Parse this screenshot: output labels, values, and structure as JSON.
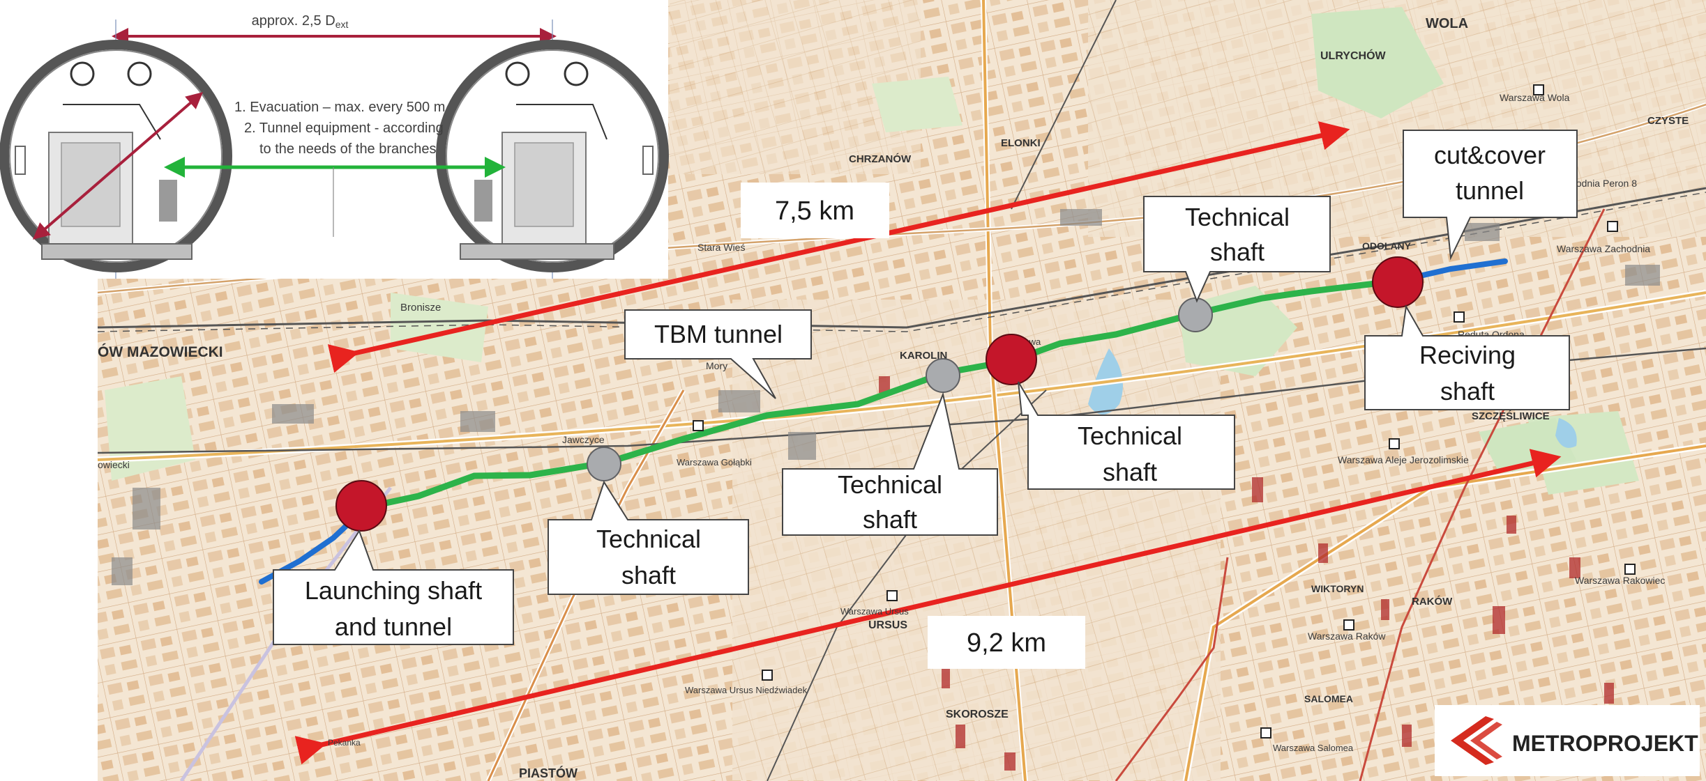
{
  "diagram": {
    "dim_label": "approx. 2,5 D",
    "dim_sub": "ext",
    "note_line1": "1. Evacuation – max. every 500 m",
    "note_line2": "2. Tunnel equipment - according",
    "note_line3": "to the needs of the branches"
  },
  "distances": {
    "north": "7,5 km",
    "south": "9,2 km"
  },
  "callouts": {
    "cutcover_line1": "cut&cover",
    "cutcover_line2": "tunnel",
    "tbm": "TBM tunnel",
    "tech_ne_line1": "Technical",
    "tech_ne_line2": "shaft",
    "receiving_line1": "Reciving",
    "receiving_line2": "shaft",
    "tech_center_line1": "Technical",
    "tech_center_line2": "shaft",
    "tech_mid_line1": "Technical",
    "tech_mid_line2": "shaft",
    "tech_west_line1": "Technical",
    "tech_west_line2": "shaft",
    "launching_line1": "Launching shaft",
    "launching_line2": "and tunnel"
  },
  "places": {
    "wola": "WOLA",
    "ulrychow": "ULRYCHÓW",
    "wwola": "Warszawa Wola",
    "czyste": "CZYSTE",
    "elonki": "ELONKI",
    "chrzanow": "CHRZANÓW",
    "wzachodnia_peron": "Warszawa Zachodnia Peron 8",
    "wzachodnia": "Warszawa Zachodnia",
    "odolany": "ODOLANY",
    "stara_wies": "Stara Wieś",
    "mazowiecki": "ÓW MAZOWIECKI",
    "bronisze": "Bronisze",
    "karolin": "KAROLIN",
    "warszawa_karolin": "Warszawa",
    "redutowa": "Reduta Ordona",
    "szczesliwice": "SZCZĘŚLIWICE",
    "mory": "Mory",
    "jawczyce": "Jawczyce",
    "gołabki": "Warszawa Gołąbki",
    "aleje": "Warszawa Aleje Jerozolimskie",
    "owiecki": "owiecki",
    "wiktoryn": "WIKTORYN",
    "rakow": "RAKÓW",
    "wrakowiec": "Warszawa Rakowiec",
    "wrakow": "Warszawa Raków",
    "ursus": "URSUS",
    "wursus": "Warszawa Ursus",
    "skorosze": "SKOROSZE",
    "salomea": "SALOMEA",
    "wsalomea": "Warszawa Salomea",
    "niedzwiadek": "Warszawa Ursus Niedźwiadek",
    "piastow": "PIASTÓW",
    "pekanka": "Pekanka"
  },
  "logo": {
    "text": "METROPROJEKT"
  },
  "colors": {
    "tbm_line": "#2db34a",
    "cutcover_line": "#1f6fd1",
    "distance_arrow": "#e8231f",
    "main_shaft": "#c4162a",
    "tech_shaft": "#a9abae",
    "diagram_dim": "#a8203c",
    "diagram_green": "#22b33a",
    "logo_red": "#d52b1e"
  }
}
